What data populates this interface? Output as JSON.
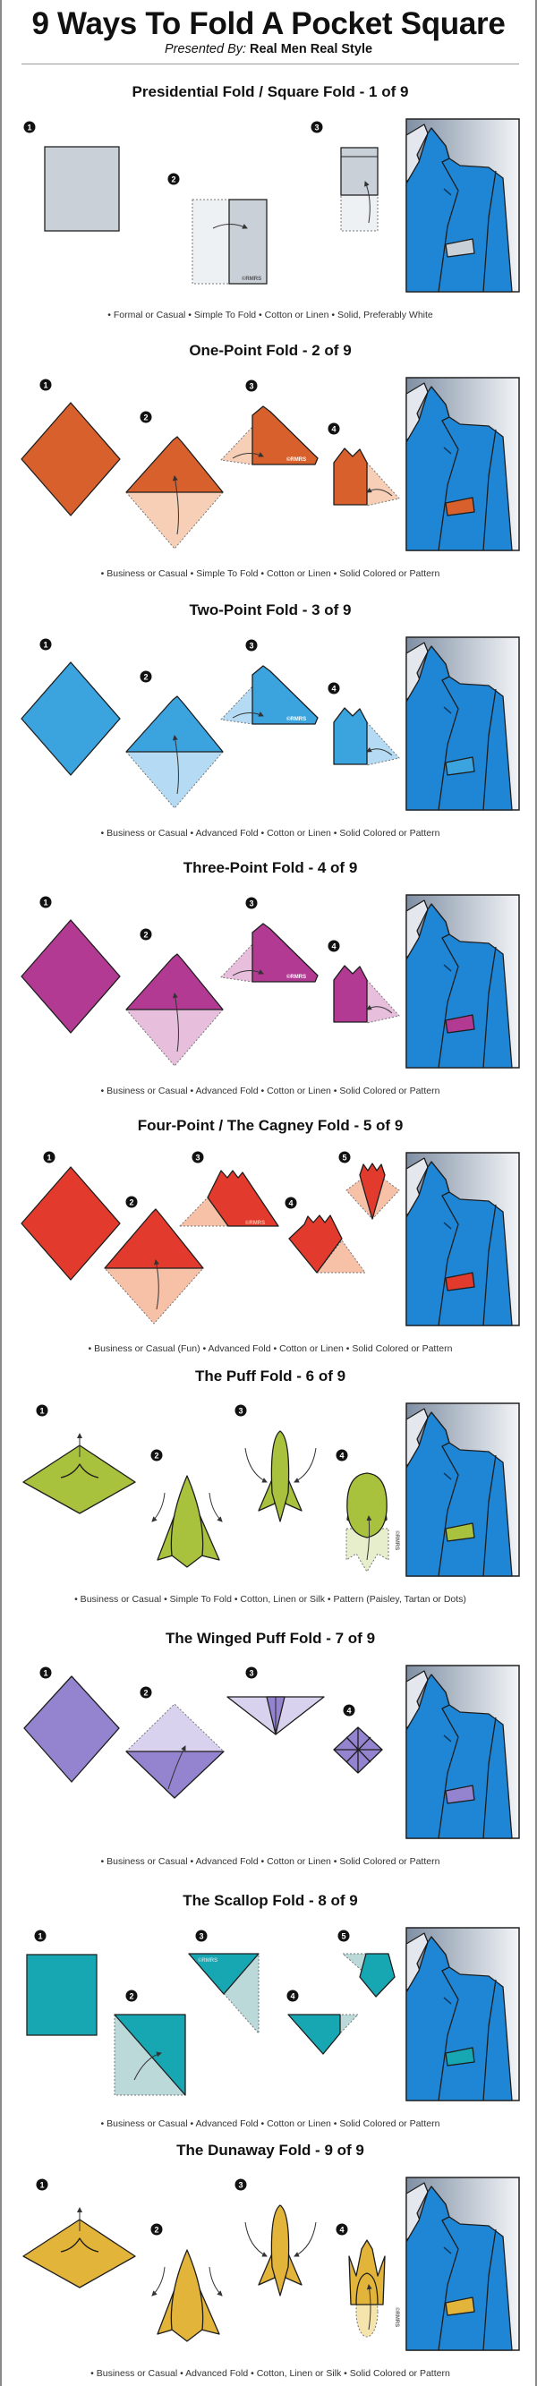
{
  "header": {
    "title": "9 Ways To Fold A Pocket Square",
    "presented_by_label": "Presented By:",
    "brand": "Real Men Real Style"
  },
  "watermark": "©RMRS",
  "jacket_color": "#1f86d6",
  "sections": [
    {
      "title": "Presidential Fold / Square Fold - 1 of 9",
      "caption": "• Formal or Casual • Simple To Fold • Cotton or Linen • Solid, Preferably White",
      "steps": [
        "1",
        "2",
        "3"
      ],
      "color": "#c9d0d8",
      "light": "#eef1f4"
    },
    {
      "title": "One-Point Fold - 2 of 9",
      "caption": "• Business or Casual  • Simple To Fold • Cotton or Linen • Solid Colored or Pattern",
      "steps": [
        "1",
        "2",
        "3",
        "4"
      ],
      "color": "#d8602c",
      "light": "#f7cfb6"
    },
    {
      "title": "Two-Point Fold - 3 of 9",
      "caption": "• Business or Casual  • Advanced Fold • Cotton or Linen • Solid Colored or Pattern",
      "steps": [
        "1",
        "2",
        "3",
        "4"
      ],
      "color": "#3ba3de",
      "light": "#b4dbf3"
    },
    {
      "title": "Three-Point Fold - 4 of 9",
      "caption": "• Business or Casual • Advanced Fold • Cotton or Linen • Solid Colored or Pattern",
      "steps": [
        "1",
        "2",
        "3",
        "4"
      ],
      "color": "#b23a93",
      "light": "#e8bedd"
    },
    {
      "title": "Four-Point / The Cagney Fold - 5 of 9",
      "caption": "• Business or Casual (Fun) • Advanced Fold • Cotton or Linen • Solid Colored or Pattern",
      "steps": [
        "1",
        "2",
        "3",
        "4",
        "5"
      ],
      "color": "#e23a2c",
      "light": "#f7c1a8"
    },
    {
      "title": "The Puff Fold - 6 of 9",
      "caption": "• Business or Casual  • Simple To Fold • Cotton, Linen or Silk • Pattern (Paisley, Tartan or Dots)",
      "steps": [
        "1",
        "2",
        "3",
        "4"
      ],
      "color": "#a8c23e",
      "light": "#e6eecb"
    },
    {
      "title": "The Winged Puff Fold - 7 of 9",
      "caption": "• Business or Casual • Advanced Fold • Cotton or Linen • Solid Colored or Pattern",
      "steps": [
        "1",
        "2",
        "3",
        "4"
      ],
      "color": "#9484d0",
      "light": "#d8d2ef"
    },
    {
      "title": "The Scallop Fold - 8 of 9",
      "caption": "• Business or Casual • Advanced Fold • Cotton or Linen • Solid Colored or Pattern",
      "steps": [
        "1",
        "2",
        "3",
        "4",
        "5"
      ],
      "color": "#17a7b3",
      "light": "#bcd9da"
    },
    {
      "title": "The Dunaway Fold - 9 of 9",
      "caption": "• Business or Casual • Advanced Fold • Cotton, Linen or Silk • Solid Colored or Pattern",
      "steps": [
        "1",
        "2",
        "3",
        "4"
      ],
      "color": "#e3b43a",
      "light": "#f5e5ad"
    }
  ]
}
